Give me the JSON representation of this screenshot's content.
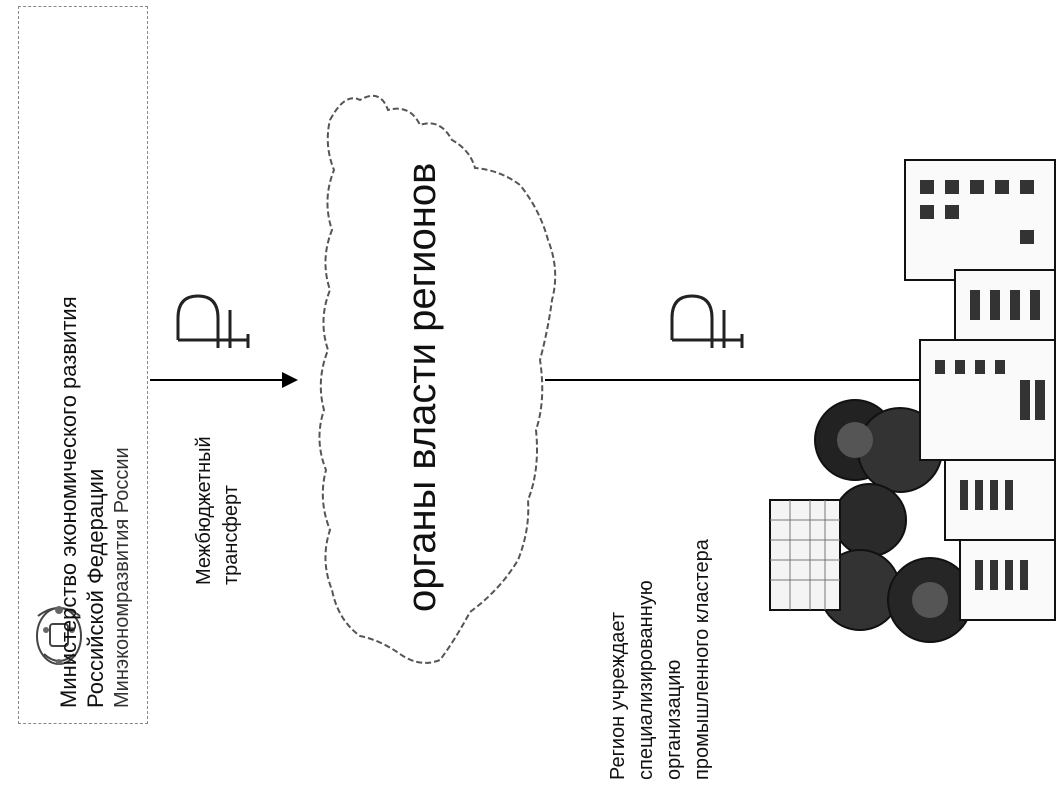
{
  "ministry": {
    "name_line1": "Министерство экономического развития",
    "name_line2": "Российской Федерации",
    "short_name": "Минэкономразвития России",
    "emblem_icon": "coat-of-arms-icon"
  },
  "transfer": {
    "label_line1": "Межбюджетный",
    "label_line2": "трансферт",
    "currency_icon": "ruble-icon"
  },
  "regions": {
    "label": "органы власти регионов",
    "map_icon": "russia-map-icon"
  },
  "cluster": {
    "label_line1": "Регион учреждает",
    "label_line2": "специализированную",
    "label_line3": "организацию",
    "label_line4": "промышленного кластера",
    "currency_icon": "ruble-icon",
    "coins_icon": "coins-icon",
    "city_icon": "city-buildings-icon"
  }
}
